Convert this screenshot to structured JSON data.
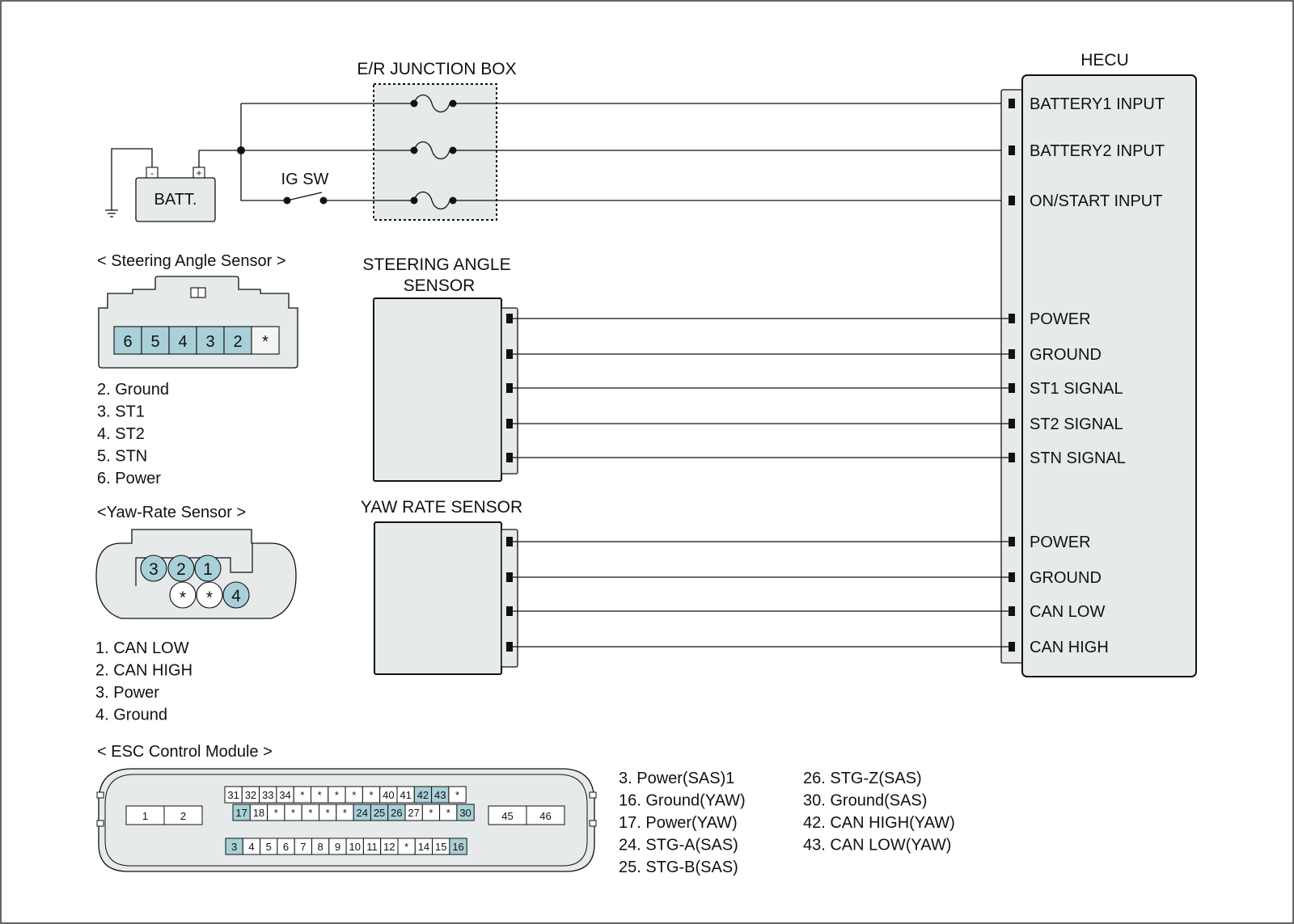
{
  "colors": {
    "pin_fill": "#a9d0d8",
    "box_fill": "#e6eaea",
    "wire": "#111111",
    "frame": "#333333"
  },
  "junction_box": {
    "title": "E/R JUNCTION BOX"
  },
  "battery": {
    "label": "BATT.",
    "neg": "-",
    "pos": "+"
  },
  "ig_switch": {
    "label": "IG SW"
  },
  "hecu": {
    "title": "HECU",
    "pins": [
      "BATTERY1 INPUT",
      "BATTERY2 INPUT",
      "ON/START INPUT",
      "POWER",
      "GROUND",
      "ST1 SIGNAL",
      "ST2 SIGNAL",
      "STN SIGNAL",
      "POWER",
      "GROUND",
      "CAN LOW",
      "CAN HIGH"
    ]
  },
  "sas_box": {
    "title_line1": "STEERING ANGLE",
    "title_line2": "SENSOR"
  },
  "yaw_box": {
    "title": "YAW RATE SENSOR"
  },
  "sas_connector": {
    "title": "< Steering Angle Sensor >",
    "cells": [
      {
        "text": "6",
        "active": true
      },
      {
        "text": "5",
        "active": true
      },
      {
        "text": "4",
        "active": true
      },
      {
        "text": "3",
        "active": true
      },
      {
        "text": "2",
        "active": true
      },
      {
        "text": "*",
        "active": false
      }
    ],
    "legend": [
      "2. Ground",
      "3. ST1",
      "4. ST2",
      "5. STN",
      "6. Power"
    ]
  },
  "yaw_connector": {
    "title": "<Yaw-Rate Sensor >",
    "top_pins": [
      {
        "text": "3",
        "active": true
      },
      {
        "text": "2",
        "active": true
      },
      {
        "text": "1",
        "active": true
      }
    ],
    "bottom_pins": [
      {
        "text": "*",
        "active": false
      },
      {
        "text": "*",
        "active": false
      },
      {
        "text": "4",
        "active": true
      }
    ],
    "legend": [
      "1. CAN LOW",
      "2. CAN HIGH",
      "3. Power",
      "4. Ground"
    ]
  },
  "esc_connector": {
    "title": "< ESC Control Module >",
    "left_pins": [
      "1",
      "2"
    ],
    "right_pins": [
      "45",
      "46"
    ],
    "row1": [
      {
        "text": "31",
        "active": false
      },
      {
        "text": "32",
        "active": false
      },
      {
        "text": "33",
        "active": false
      },
      {
        "text": "34",
        "active": false
      },
      {
        "text": "*",
        "active": false
      },
      {
        "text": "*",
        "active": false
      },
      {
        "text": "*",
        "active": false
      },
      {
        "text": "*",
        "active": false
      },
      {
        "text": "*",
        "active": false
      },
      {
        "text": "40",
        "active": false
      },
      {
        "text": "41",
        "active": false
      },
      {
        "text": "42",
        "active": true
      },
      {
        "text": "43",
        "active": true
      },
      {
        "text": "*",
        "active": false
      }
    ],
    "row2": [
      {
        "text": "17",
        "active": true
      },
      {
        "text": "18",
        "active": false
      },
      {
        "text": "*",
        "active": false
      },
      {
        "text": "*",
        "active": false
      },
      {
        "text": "*",
        "active": false
      },
      {
        "text": "*",
        "active": false
      },
      {
        "text": "*",
        "active": false
      },
      {
        "text": "24",
        "active": true
      },
      {
        "text": "25",
        "active": true
      },
      {
        "text": "26",
        "active": true
      },
      {
        "text": "27",
        "active": false
      },
      {
        "text": "*",
        "active": false
      },
      {
        "text": "*",
        "active": false
      },
      {
        "text": "30",
        "active": true
      }
    ],
    "row3": [
      {
        "text": "3",
        "active": true
      },
      {
        "text": "4",
        "active": false
      },
      {
        "text": "5",
        "active": false
      },
      {
        "text": "6",
        "active": false
      },
      {
        "text": "7",
        "active": false
      },
      {
        "text": "8",
        "active": false
      },
      {
        "text": "9",
        "active": false
      },
      {
        "text": "10",
        "active": false
      },
      {
        "text": "11",
        "active": false
      },
      {
        "text": "12",
        "active": false
      },
      {
        "text": "*",
        "active": false
      },
      {
        "text": "14",
        "active": false
      },
      {
        "text": "15",
        "active": false
      },
      {
        "text": "16",
        "active": true
      }
    ],
    "legend_col1": [
      "3. Power(SAS)1",
      "16. Ground(YAW)",
      "17. Power(YAW)",
      "24. STG-A(SAS)",
      "25. STG-B(SAS)"
    ],
    "legend_col2": [
      "26. STG-Z(SAS)",
      "30. Ground(SAS)",
      "42. CAN HIGH(YAW)",
      "43. CAN LOW(YAW)"
    ]
  }
}
